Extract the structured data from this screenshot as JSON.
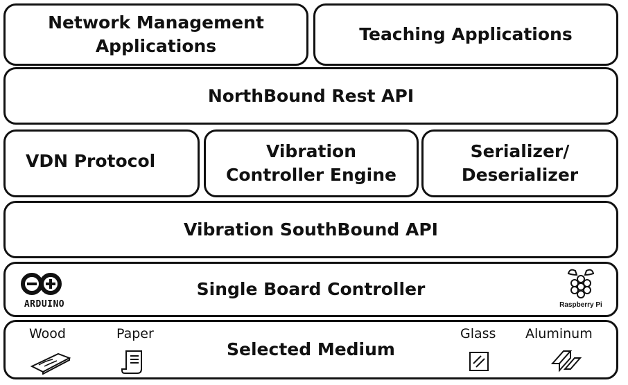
{
  "layers": {
    "network_mgmt": {
      "line1": "Network Management",
      "line2": "Applications"
    },
    "teaching": "Teaching Applications",
    "northbound": "NorthBound Rest API",
    "vdn": "VDN Protocol",
    "vce": {
      "line1": "Vibration",
      "line2": "Controller Engine"
    },
    "serializer": {
      "line1": "Serializer/",
      "line2": "Deserializer"
    },
    "southbound": "Vibration SouthBound API",
    "sbc": "Single Board Controller",
    "medium": "Selected Medium"
  },
  "logos": {
    "arduino": "ARDUINO",
    "raspberry": "Raspberry Pi"
  },
  "media": {
    "wood": "Wood",
    "paper": "Paper",
    "glass": "Glass",
    "aluminum": "Aluminum"
  },
  "icons": [
    "arduino-logo-icon",
    "raspberry-pi-icon",
    "wood-icon",
    "paper-icon",
    "glass-icon",
    "aluminum-icon"
  ]
}
